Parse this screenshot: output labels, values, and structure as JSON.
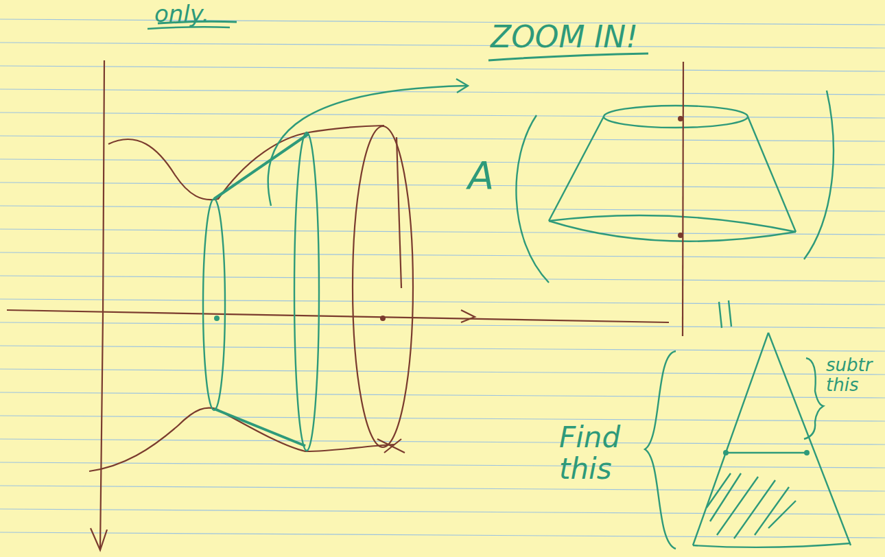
{
  "diagram": {
    "labels": [
      "only.",
      "ZOOM IN!",
      "A",
      "Find this",
      "subtr this"
    ]
  }
}
